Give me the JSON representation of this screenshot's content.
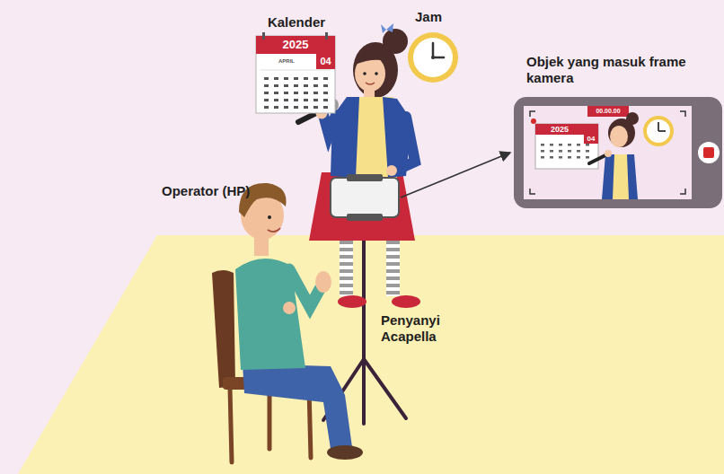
{
  "diagram": {
    "nodes": [
      {
        "text": [
          "Kalender",
          "2025",
          "APRIL",
          "04"
        ]
      },
      {
        "text": [
          "Objek yang masuk frame kamera",
          "00.00.00",
          "2025",
          "04"
        ]
      }
    ],
    "labels": [
      "Jam",
      "Operator (HP)",
      "Penyanyi Acapella"
    ]
  }
}
